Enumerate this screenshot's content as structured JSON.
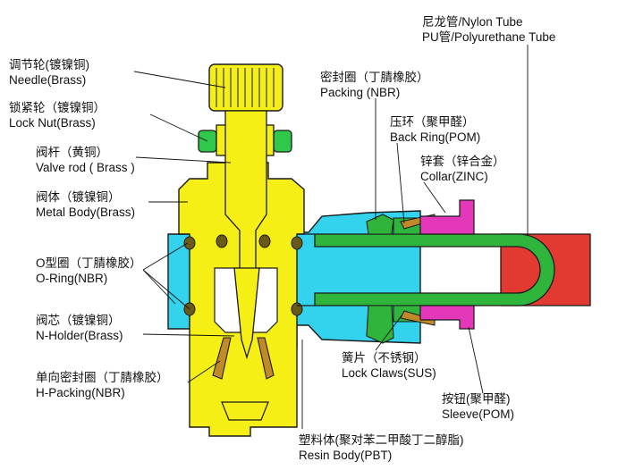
{
  "labels": {
    "needle": {
      "cn": "调节轮(镀镍铜)",
      "en": "Needle(Brass)"
    },
    "lock_nut": {
      "cn": "锁紧轮（镀镍铜）",
      "en": "Lock Nut(Brass)"
    },
    "valve_rod": {
      "cn": "阀杆（黄铜）",
      "en": "Valve rod ( Brass )"
    },
    "metal_body": {
      "cn": "阀体（镀镍铜）",
      "en": "Metal Body(Brass)"
    },
    "o_ring": {
      "cn": "O型圈（丁腈橡胶）",
      "en": "O-Ring(NBR)"
    },
    "n_holder": {
      "cn": "阀芯（镀镍铜）",
      "en": "N-Holder(Brass)"
    },
    "h_packing": {
      "cn": "单向密封圈（丁腈橡胶）",
      "en": "H-Packing(NBR)"
    },
    "resin_body": {
      "cn": "塑料体(聚对苯二甲酸丁二醇脂)",
      "en": "Resin Body(PBT)"
    },
    "nylon_tube": {
      "cn": "尼龙管/Nylon Tube",
      "en": "PU管/Polyurethane Tube"
    },
    "packing": {
      "cn": "密封圈（丁腈橡胶）",
      "en": "Packing (NBR)"
    },
    "back_ring": {
      "cn": "压环（聚甲醛）",
      "en": "Back Ring(POM)"
    },
    "collar": {
      "cn": "锌套（锌合金）",
      "en": "Collar(ZINC)"
    },
    "lock_claws": {
      "cn": "簧片（不锈钢）",
      "en": "Lock Claws(SUS)"
    },
    "sleeve": {
      "cn": "按钮(聚甲醛)",
      "en": "Sleeve(POM)"
    }
  },
  "colors": {
    "brass": "#f5ef16",
    "lock_nut": "#2fc84a",
    "tube_green": "#2fb43c",
    "resin_blue": "#33d3ee",
    "tube_red": "#e23a30",
    "sleeve_magenta": "#e437b9",
    "claws_brown": "#c08a2a",
    "oring_dark": "#6a5a18",
    "outline": "#1a1a1a"
  }
}
